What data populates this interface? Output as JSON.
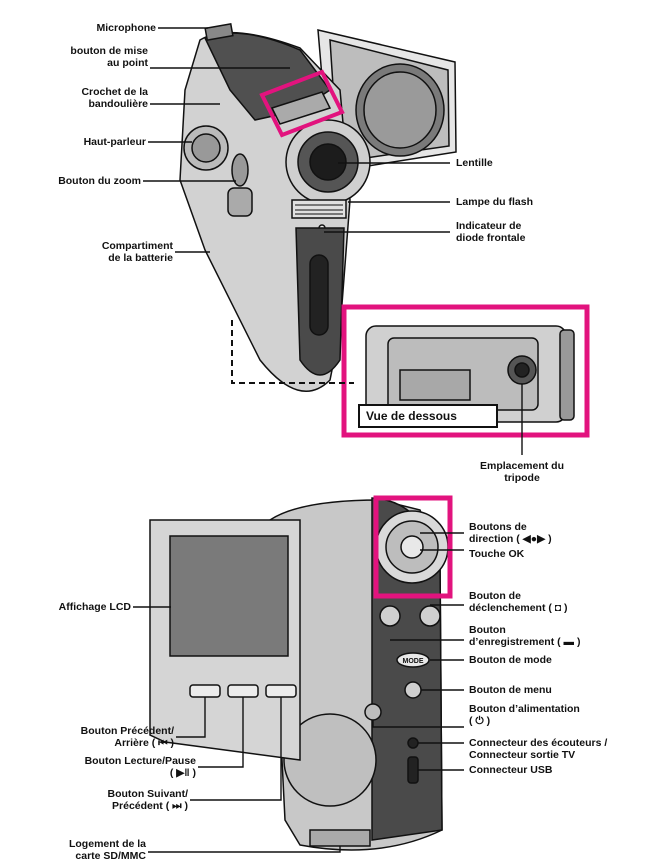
{
  "colors": {
    "highlight": "#e2137e",
    "outline": "#111111",
    "body_light": "#d2d2d2",
    "body_dark": "#505050"
  },
  "labels_top": {
    "microphone": "Microphone",
    "focus_button": [
      "bouton de mise",
      "au point"
    ],
    "strap_hook": [
      "Crochet de la",
      "bandoulière"
    ],
    "speaker": "Haut-parleur",
    "zoom_button": "Bouton du zoom",
    "battery": [
      "Compartiment",
      "de la batterie"
    ],
    "lens": "Lentille",
    "flash": "Lampe du flash",
    "led_indicator": [
      "Indicateur de",
      "diode frontale"
    ],
    "bottom_view": "Vue de dessous",
    "tripod": [
      "Emplacement du",
      "tripode"
    ]
  },
  "labels_bottom": {
    "direction_buttons": [
      "Boutons de",
      "direction ( ◀●▶ )"
    ],
    "ok_key": "Touche OK",
    "shutter_button": [
      "Bouton de",
      "déclenchement ( ◘ )"
    ],
    "record_button": [
      "Bouton",
      "d’enregistrement ( ▬ )"
    ],
    "mode_button": "Bouton de mode",
    "menu_button": "Bouton de menu",
    "power_button": [
      "Bouton d’alimentation",
      "( ⏻ )"
    ],
    "headphone_connector": [
      "Connecteur des écouteurs /",
      "Connecteur sortie TV"
    ],
    "usb_connector": "Connecteur USB",
    "lcd_display": "Affichage LCD",
    "prev_button": [
      "Bouton Précédent/",
      "Arrière ( ⏮ )"
    ],
    "play_pause_button": [
      "Bouton Lecture/Pause",
      "( ▶‖ )"
    ],
    "next_button": [
      "Bouton Suivant/",
      "Précédent ( ⏭ )"
    ],
    "sd_slot": [
      "Logement de la",
      "carte SD/MMC"
    ]
  },
  "device_text": {
    "mode_key": "MODE"
  }
}
